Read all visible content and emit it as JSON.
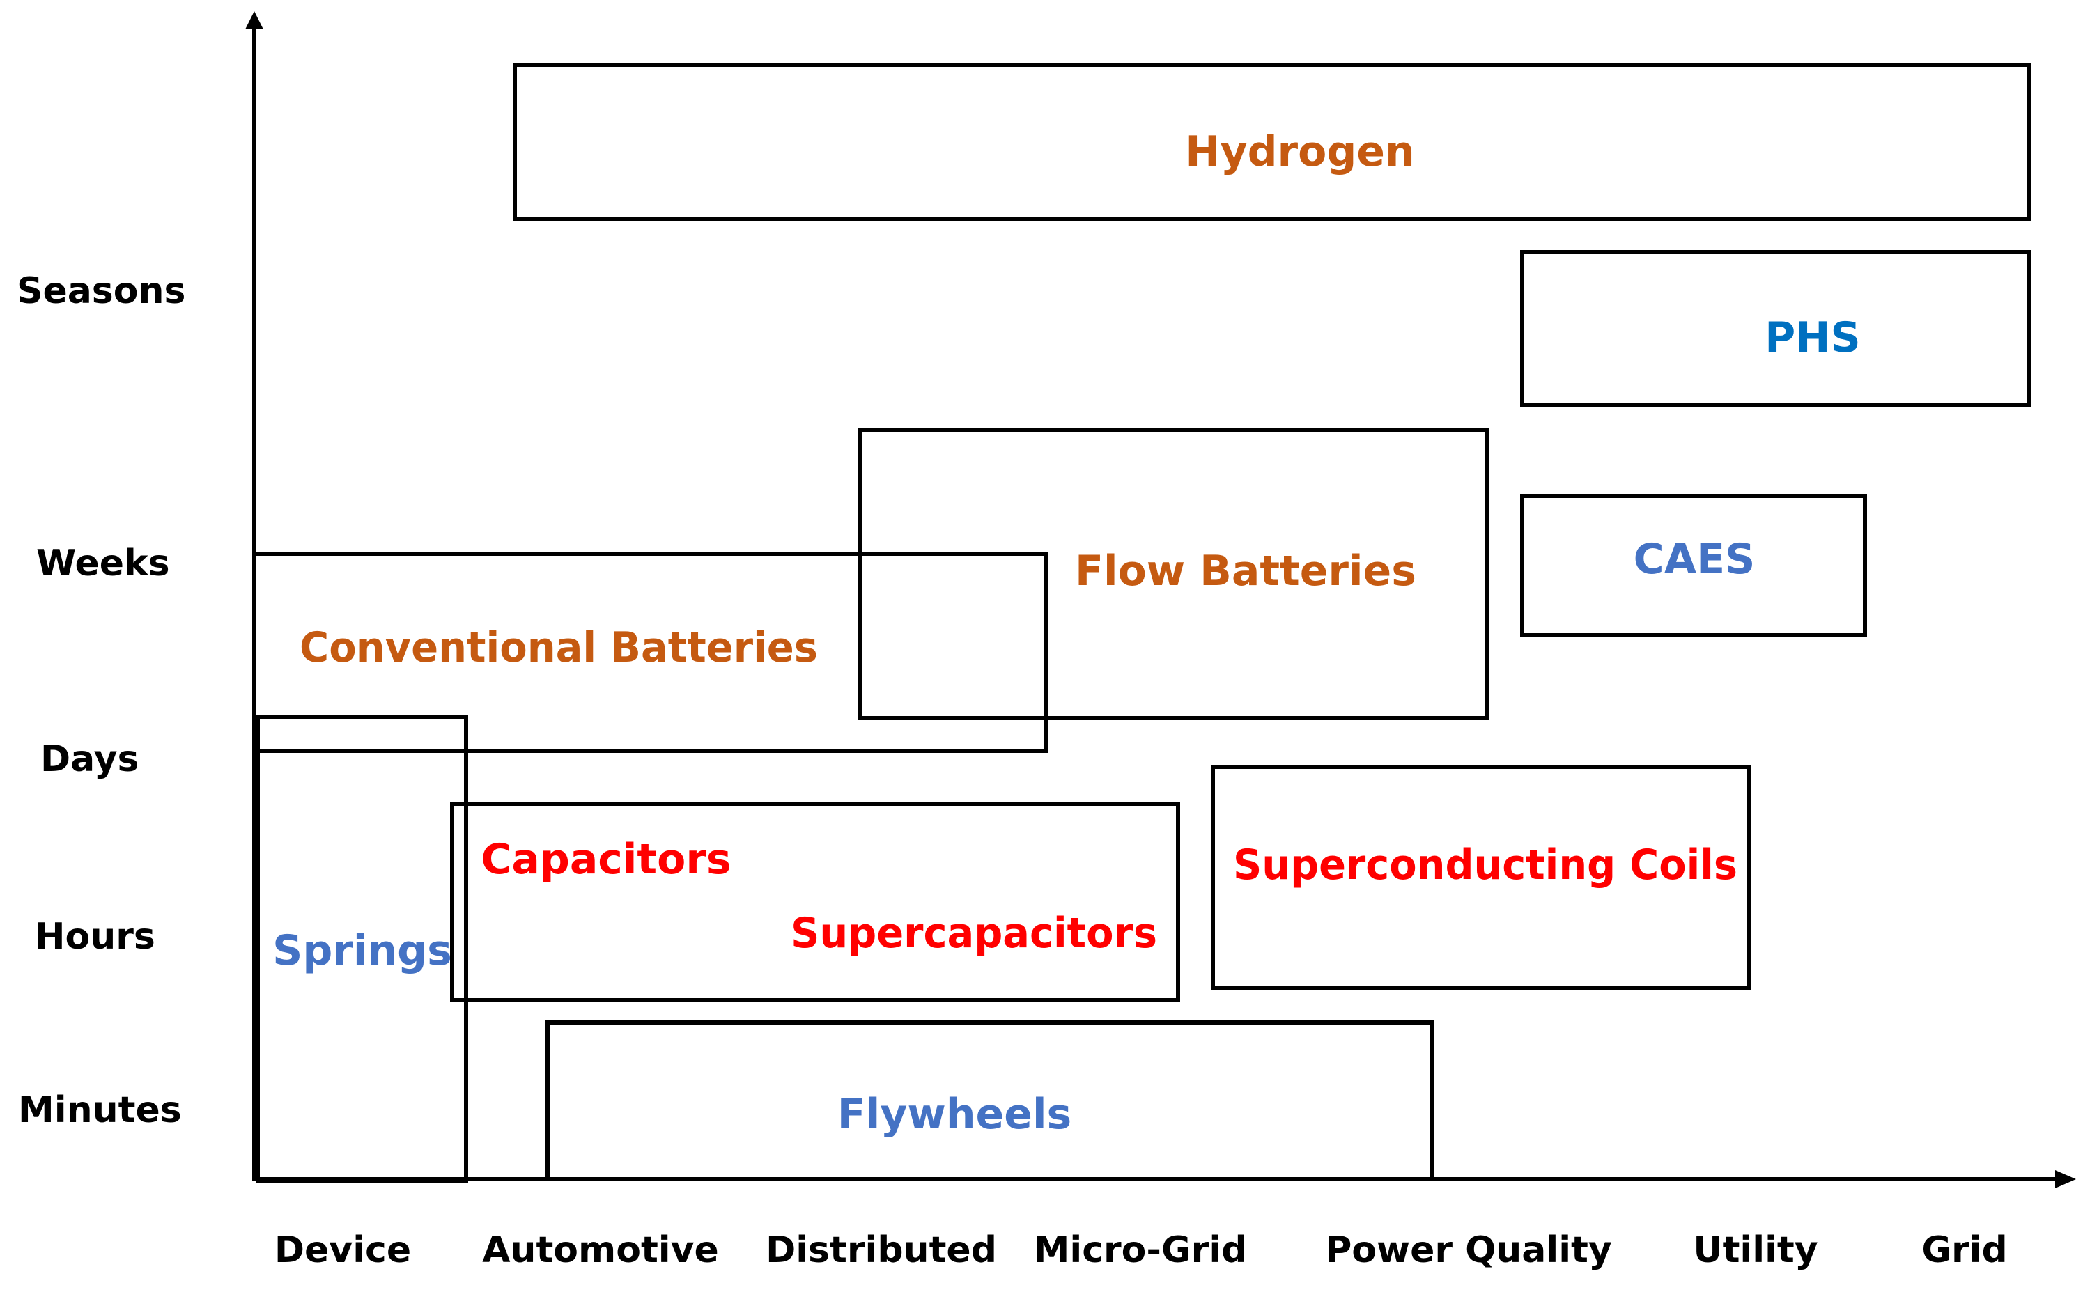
{
  "colors": {
    "orange": "#C55A11",
    "red": "#FF0000",
    "light_blue": "#4472C4",
    "blue": "#0070C0",
    "line": "#000000"
  },
  "y_axis": {
    "labels": [
      "Seasons",
      "Weeks",
      "Days",
      "Hours",
      "Minutes"
    ]
  },
  "x_axis": {
    "labels": [
      "Device",
      "Automotive",
      "Distributed",
      "Micro-Grid",
      "Power Quality",
      "Utility",
      "Grid"
    ]
  },
  "technologies": [
    {
      "id": "hydrogen",
      "label": "Hydrogen",
      "color": "orange"
    },
    {
      "id": "phs",
      "label": "PHS",
      "color": "blue"
    },
    {
      "id": "flow-batteries",
      "label": "Flow Batteries",
      "color": "orange"
    },
    {
      "id": "caes",
      "label": "CAES",
      "color": "light_blue"
    },
    {
      "id": "conventional-batteries",
      "label": "Conventional Batteries",
      "color": "orange"
    },
    {
      "id": "springs",
      "label": "Springs",
      "color": "light_blue"
    },
    {
      "id": "capacitors",
      "label": "Capacitors",
      "color": "red"
    },
    {
      "id": "supercapacitors",
      "label": "Supercapacitors",
      "color": "red"
    },
    {
      "id": "superconducting-coils",
      "label": "Superconducting Coils",
      "color": "red"
    },
    {
      "id": "flywheels",
      "label": "Flywheels",
      "color": "light_blue"
    }
  ]
}
